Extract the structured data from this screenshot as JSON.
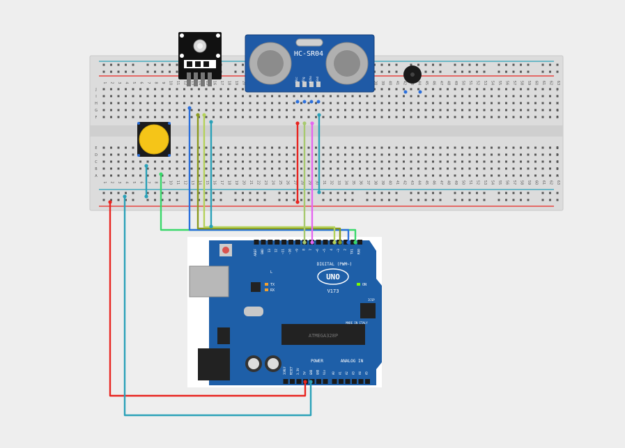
{
  "breadboard": {
    "column_numbers": [
      "1",
      "2",
      "3",
      "4",
      "5",
      "6",
      "7",
      "8",
      "9",
      "10",
      "11",
      "12",
      "13",
      "14",
      "15",
      "16",
      "17",
      "18",
      "19",
      "20",
      "21",
      "22",
      "23",
      "24",
      "25",
      "26",
      "27",
      "28",
      "29",
      "30",
      "31",
      "32",
      "33",
      "34",
      "35",
      "36",
      "37",
      "38",
      "39",
      "40",
      "41",
      "42",
      "43",
      "44",
      "45",
      "46",
      "47",
      "48",
      "49",
      "50",
      "51",
      "52",
      "53",
      "54",
      "55",
      "56",
      "57",
      "58",
      "59",
      "60",
      "61",
      "62",
      "63"
    ],
    "row_letters_top": [
      "J",
      "I",
      "H",
      "G",
      "F"
    ],
    "row_letters_bottom": [
      "E",
      "D",
      "C",
      "B",
      "A"
    ]
  },
  "ir_module": {
    "component": "ir-sensor-module"
  },
  "ultrasonic": {
    "model": "HC-SR04",
    "pins": [
      "Vcc",
      "Trig",
      "Echo",
      "Gnd"
    ]
  },
  "buzzer": {
    "component": "piezo-buzzer"
  },
  "pushbutton": {
    "component": "yellow-pushbutton"
  },
  "arduino": {
    "logo": "UNO",
    "version": "V173",
    "digital_label": "DIGITAL (PWM~)",
    "digital_pins": [
      "AREF",
      "GND",
      "13",
      "12",
      "~11",
      "~10",
      "~9",
      "8",
      "7",
      "~6",
      "~5",
      "4",
      "~3",
      "2",
      "TX1",
      "RX0"
    ],
    "power_label": "POWER",
    "power_pins": [
      "IOREF",
      "RESET",
      "3.3V",
      "5V",
      "GND",
      "GND",
      "Vin"
    ],
    "analog_label": "ANALOG IN",
    "analog_pins": [
      "A0",
      "A1",
      "A2",
      "A3",
      "A4",
      "A5"
    ],
    "made_in": "MADE IN ITALY",
    "on_label": "ON",
    "tx_label": "TX",
    "rx_label": "RX",
    "l_label": "L",
    "icsp_label": "ICSP",
    "chip_text": "ATMEGA328P"
  },
  "wire_colors": {
    "red": "#e8241f",
    "teal": "#2aa1b8",
    "blue": "#2a6fdc",
    "olive": "#8b9a1f",
    "lightgreen": "#b4d25a",
    "green": "#39d86a",
    "pink": "#e466f0",
    "lime": "#a7c96f"
  }
}
